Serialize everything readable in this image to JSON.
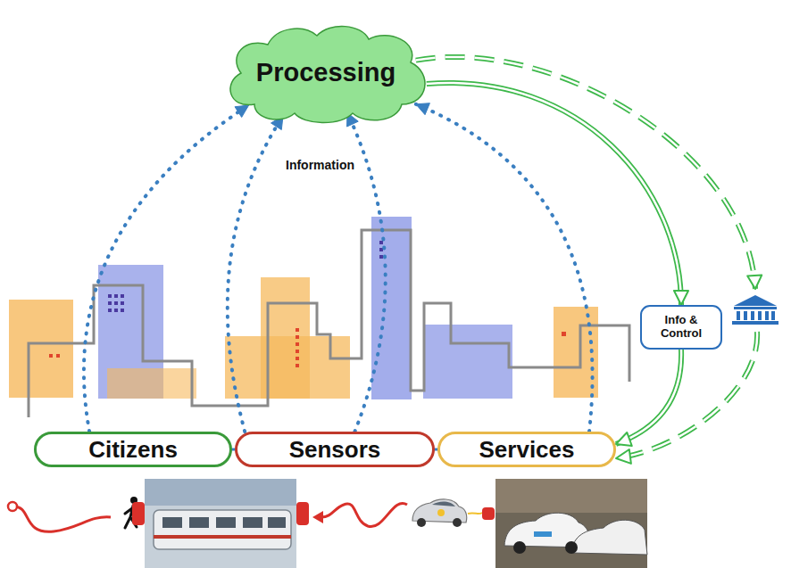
{
  "diagram": {
    "nodes": [
      {
        "text": [
          "Processing"
        ]
      },
      {
        "text": [
          "Citizens"
        ]
      },
      {
        "text": [
          "Sensors"
        ]
      },
      {
        "text": [
          "Services"
        ]
      },
      {
        "text": [
          "Info & Control"
        ]
      }
    ],
    "edges": [
      {
        "from": 1,
        "to": 0,
        "arrow": "to"
      },
      {
        "from": 2,
        "to": 0,
        "arrow": "to"
      },
      {
        "from": 2,
        "to": 0,
        "arrow": "to"
      },
      {
        "from": 3,
        "to": 0,
        "arrow": "to"
      },
      {
        "from": 1,
        "to": 2,
        "arrow": "none"
      },
      {
        "from": 2,
        "to": 3,
        "arrow": "none"
      },
      {
        "from": 0,
        "to": 4,
        "arrow": "to"
      },
      {
        "from": 4,
        "to": 3,
        "arrow": "to"
      },
      {
        "from": 0,
        "to": 3,
        "arrow": "to"
      }
    ],
    "labels": [
      "Information"
    ]
  }
}
